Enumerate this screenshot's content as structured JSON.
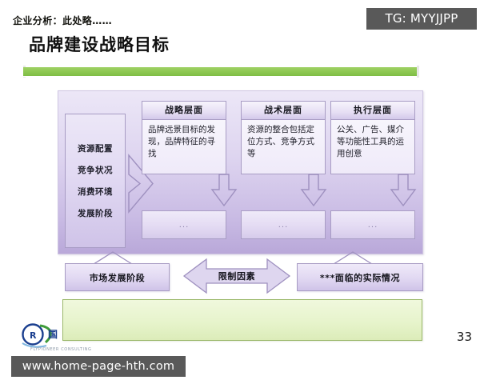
{
  "watermarks": {
    "telegram": "TG: MYYJJPP",
    "website": "www.home-page-hth.com"
  },
  "slide": {
    "title": "品牌建设战略目标",
    "page_number": "33",
    "accent_color": "#8cc751"
  },
  "logo": {
    "mark": "circle-swoosh-logo",
    "tagline": "FLYPIONEER CONSULTING"
  },
  "diagram": {
    "inputs": {
      "label_name": "input-factors",
      "items": [
        "资源配置",
        "竞争状况",
        "消费环境",
        "发展阶段"
      ]
    },
    "flow_arrow": "chevron-right-arrow",
    "layers": [
      {
        "header": "战略层面",
        "body": "品牌远景目标的发现，品牌特征的寻找",
        "result": "..."
      },
      {
        "header": "战术层面",
        "body": "资源的整合包括定位方式、竞争方式等",
        "result": "..."
      },
      {
        "header": "执行层面",
        "body": "公关、广告、媒介等功能性工具的运用创意",
        "result": "..."
      }
    ],
    "outcomes": {
      "left": "市场发展阶段",
      "right": "***面临的实际情况",
      "constraint": "限制因素"
    }
  },
  "note": {
    "text": "企业分析：此处略……",
    "color": "#e7f4cc"
  }
}
